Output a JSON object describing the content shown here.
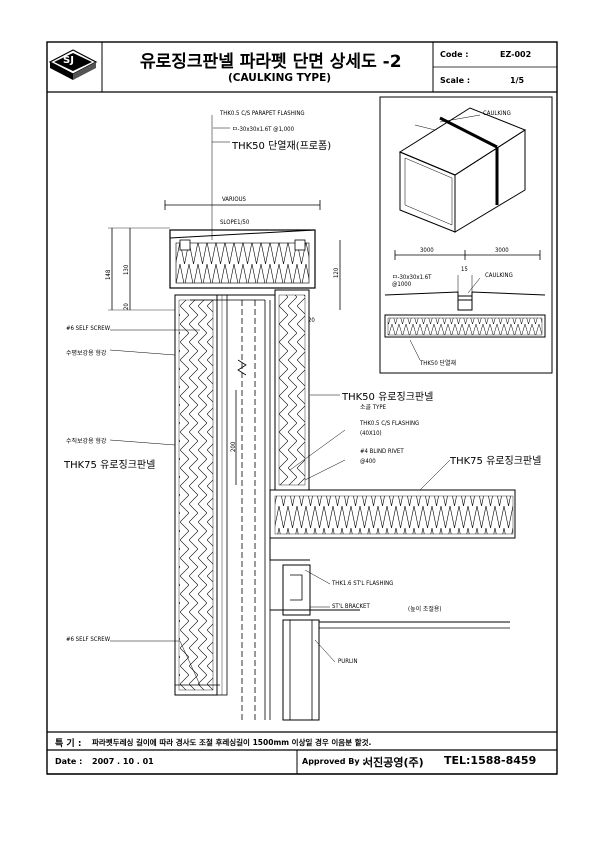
{
  "title": {
    "logo_text": "SJ",
    "main": "유로징크판넬 파라펫 단면 상세도 -2",
    "sub": "(CAULKING TYPE)",
    "code_label": "Code :",
    "code_value": "EZ-002",
    "scale_label": "Scale :",
    "scale_value": "1/5"
  },
  "section_labels": {
    "parapet_flashing": "THK0.5 C/S PARAPET FLASHING",
    "pipe": "ㅁ-30x30x1.6T @1,000",
    "insulation": "THK50  단열재(프로폼)",
    "various": "VARIOUS",
    "slope": "SLOPE1/50",
    "dim_148": "148",
    "dim_130": "130",
    "dim_120": "120",
    "dim_20a": "20",
    "dim_20b": "20",
    "dim_200": "200",
    "self_screw_top": "#6 SELF SCREW",
    "horiz_bracket": "수평보강용 형강",
    "vert_bracket": "수직보강용 형강",
    "thk75_left": "THK75  유로징크판넬",
    "thk50_right": "THK50 유로징크판넬",
    "thk50_type": "소골 TYPE",
    "flashing_40": "THK0.5 C/S FLASHING",
    "flashing_40b": "(40X10)",
    "blind_rivet": "#4 BLIND RIVET",
    "blind_rivet_b": "@400",
    "thk75_right": "THK75 유로징크판넬",
    "stl_flashing": "THK1.6 ST'L FLASHING",
    "stl_bracket": "ST'L BRACKET",
    "height_adj": "(높이 조절용)",
    "purlin": "PURLIN",
    "self_screw_bottom": "#6 SELF SCREW"
  },
  "detail_labels": {
    "caulking_top": "CAULKING",
    "dim_3000a": "3000",
    "dim_3000b": "3000",
    "pipe": "ㅁ-30x30x1.6T",
    "pipe_b": "@1000",
    "dim_15": "15",
    "caulking_plan": "CAULKING",
    "insulation": "THK50 단열재"
  },
  "footer": {
    "note_label": "특 기 :",
    "note_text": "파라펫두레싱 길이에 따라 경사도 조절 후레싱길이 1500mm 이상일 경우 이음분 할것.",
    "date_label": "Date :",
    "date_value": "2007 . 10 . 01",
    "approved_label": "Approved By :",
    "approved_company": "서진공영(주)",
    "approved_tel": "TEL:1588-8459"
  }
}
